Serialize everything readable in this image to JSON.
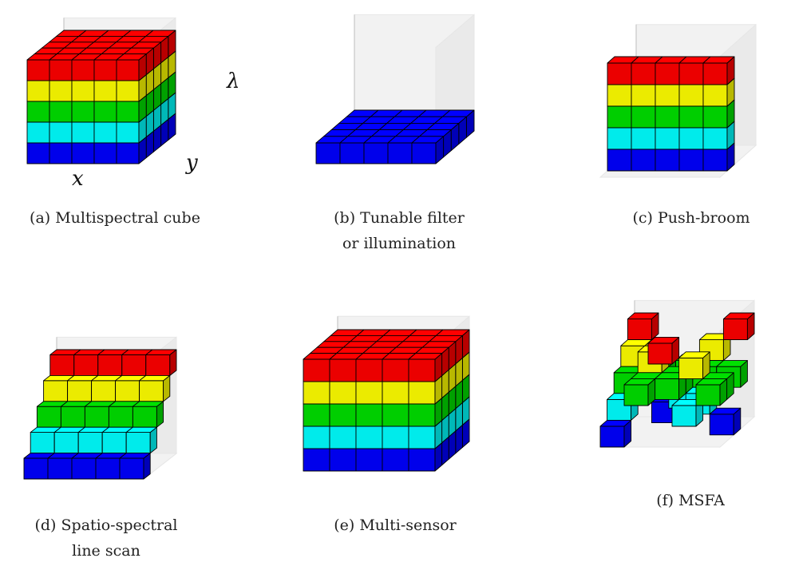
{
  "colors": {
    "red": "#ff0000",
    "yellow": "#ffff00",
    "green": "#00e000",
    "cyan": "#00ffff",
    "blue": "#0000ff"
  },
  "axis_labels": {
    "x": "x",
    "y": "y",
    "lambda": "λ"
  },
  "panels": [
    {
      "id": "a",
      "caption_lines": [
        "(a) Multispectral cube"
      ]
    },
    {
      "id": "b",
      "caption_lines": [
        "(b) Tunable filter",
        "or illumination"
      ]
    },
    {
      "id": "c",
      "caption_lines": [
        "(c) Push-broom"
      ]
    },
    {
      "id": "d",
      "caption_lines": [
        "(d) Spatio-spectral",
        "line scan"
      ]
    },
    {
      "id": "e",
      "caption_lines": [
        "(e) Multi-sensor"
      ]
    },
    {
      "id": "f",
      "caption_lines": [
        "(f) MSFA"
      ]
    }
  ]
}
